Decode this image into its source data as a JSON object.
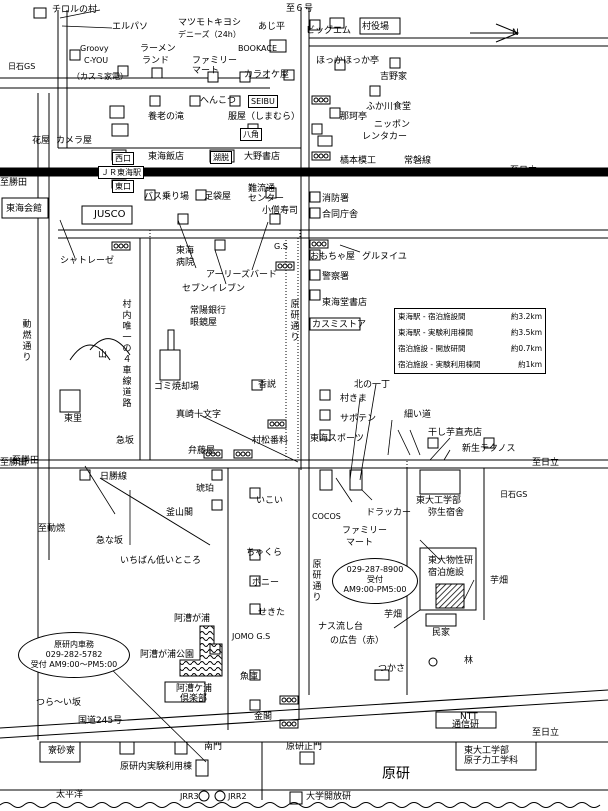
{
  "roads": {
    "route6": "至６号",
    "hitachi_top": "至日立",
    "hitachi_mid": "至日立",
    "hitachi_bottom": "至日立",
    "katsuta_left": "至勝田",
    "katsuta_mid": "至勝田",
    "katsuta_right": "至勝田",
    "dobata": "至動燃",
    "dobata_road": "動燃通り",
    "genken_road_top": "原研通り",
    "genken_road_bottom": "原研通り",
    "muraunchi_road": "村内唯一の４車線道路",
    "joban_line": "常磐線",
    "hitachi_line": "日勝線",
    "route245": "国道245号",
    "tsuraii": "つら～い坂",
    "kyuna_saka_left": "急坂",
    "kyuna_saka": "急な坂",
    "ichiban_hikui": "いちばん低いところ",
    "pacific": "太平洋",
    "north": "N"
  },
  "places": {
    "chiroru": "チロルの村",
    "elpaso": "エルパソ",
    "groovy": "Groovy",
    "cyou": "C-YOU",
    "kasumi_dept": "（カスミ家電）",
    "nisseki_gs_left": "日石GS",
    "ramen": "ラーメン",
    "land": "ランド",
    "matsumoto": "マツモトキヨシ",
    "dennys": "デニーズ（24h）",
    "bookace": "BOOKACE",
    "ajiya": "あじ平",
    "big_m": "ビッグエム",
    "village_office": "村役場",
    "familymart1a": "ファミリー",
    "familymart1b": "マート",
    "karaoke": "カラオケ屋",
    "hokka": "ほっかほっか亭",
    "yoshinoya": "吉野家",
    "fukagawa": "ふか川食堂",
    "henkotsu": "へんこつ",
    "seibu": "SEIBU",
    "yoro": "養老の滝",
    "fukuya": "服屋（しまむら）",
    "nakata": "那珂亭",
    "nippon": "ニッポン",
    "rentacar": "レンタカー",
    "hakkaku": "八角",
    "hanayakamera": "花屋",
    "camera": "カメラ屋",
    "nishi": "西口",
    "higashi": "東口",
    "tokai_hanten": "東海飯店",
    "konpu": "湖脱",
    "ohno": "大野書店",
    "tachibana": "橘本模工",
    "jr_station": "ＪＲ東海駅",
    "tokai_kaikan": "東海会館",
    "jusco": "JUSCO",
    "bus": "バス乗り場",
    "ashiya": "足袋屋",
    "ryutsu_a": "難流通",
    "ryutsu_b": "センター",
    "komaki": "小僧寿司",
    "fire_station": "消防署",
    "joint_office": "合同庁舎",
    "shatorese": "シャトレーゼ",
    "tokai_hospital_a": "東海",
    "tokai_hospital_b": "病院",
    "gs_mid": "G.S",
    "omochaya": "おもちゃ屋",
    "gurunuiyu": "グルヌイユ",
    "police": "警察署",
    "early_bird": "アーリーズバード",
    "seven": "セブンイレブン",
    "tokai_books": "東海堂書店",
    "kasumi_store": "カスミストア",
    "toko_a": "常陽銀行",
    "toko_b": "眼鏡屋",
    "yama": "山",
    "gomi": "ゴミ焼却場",
    "kobe": "香説",
    "murakita": "村きま",
    "sabotten": "サボテン",
    "tokai_sports": "東海スポーツ",
    "higashisato": "東里",
    "masaki": "真崎十文字",
    "muramatsu": "村松番料",
    "kita_no_itcho": "北の一丁",
    "hosoi_michi": "細い道",
    "hoshiimo": "干し芋直売店",
    "shinsei": "新生テクノス",
    "benkeiya": "弁藤屋",
    "korei": "琥珀",
    "kamayama": "釜山閣",
    "ikoi": "いこい",
    "cocos": "COCOS",
    "drugger": "ドラッカー",
    "familymart2a": "ファミリー",
    "familymart2b": "マート",
    "todai_eng_a": "東大工学部",
    "todai_eng_b": "弥生宿舎",
    "nisseki_gs_right": "日石GS",
    "chakura": "ちゃくら",
    "pony": "ポニー",
    "sekita": "せきた",
    "jomo": "JOMO G.S",
    "tokoro_tel": "029-287-8900",
    "uketsuke": "受付",
    "hours1": "AM9:00-PM5:00",
    "todai_bussei_a": "東大物性研",
    "todai_bussei_b": "宿泊施設",
    "imo1": "芋畑",
    "imo2": "芋畑",
    "minka": "民家",
    "nasu_a": "ナス流し台",
    "nasu_b": "の広告（赤）",
    "tsukasa": "つかさ",
    "hayashi": "林",
    "ajigaura": "阿漕が浦",
    "ajigaura_park": "阿漕が浦公園",
    "ajigaura_club_a": "阿漕ケ浦",
    "ajigaura_club_b": "倶楽部",
    "uoko": "魚庫",
    "kinka": "金閣",
    "genken_office_title": "原研内車務",
    "genken_office_tel": "029-282-5782",
    "genken_office_hours": "受付 AM9:00～PM5:00",
    "ntt_a": "NTT",
    "ntt_b": "通信研",
    "kensaryo": "寮砂寮",
    "minami_mon": "南門",
    "seimon": "原研正門",
    "genken_big": "原研",
    "genken_facility": "原研内実験利用棟",
    "todai_nuclear_a": "東大工学部",
    "todai_nuclear_b": "原子力工学科",
    "jrr3": "JRR3",
    "jrr2": "JRR2",
    "univ_lab": "大学開放研"
  },
  "legend": [
    {
      "label": "東海駅 - 宿泊施設間",
      "distance": "約3.2km"
    },
    {
      "label": "東海駅 - 実験利用棟間",
      "distance": "約3.5km"
    },
    {
      "label": "宿泊施設 - 開放研間",
      "distance": "約0.7km"
    },
    {
      "label": "宿泊施設 - 実験利用棟間",
      "distance": "約1km"
    }
  ],
  "colors": {
    "ink": "#000000",
    "paper": "#ffffff",
    "water": "#000000"
  }
}
